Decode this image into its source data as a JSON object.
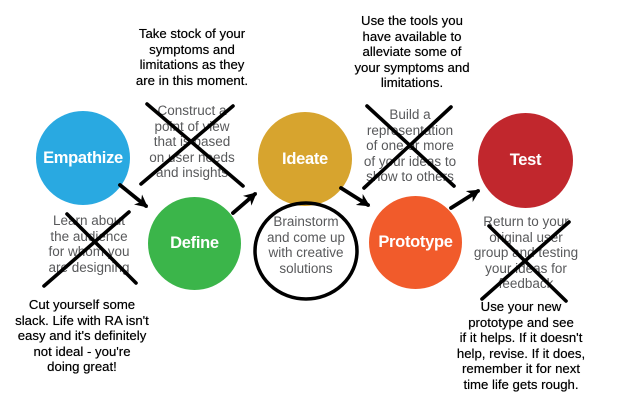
{
  "stages": [
    {
      "label": "Empathize",
      "color": "#29A9E1"
    },
    {
      "label": "Define",
      "color": "#3BB54A"
    },
    {
      "label": "Ideate",
      "color": "#D7A42E"
    },
    {
      "label": "Prototype",
      "color": "#F15B2B"
    },
    {
      "label": "Test",
      "color": "#C1272D"
    }
  ],
  "step_descriptions": {
    "empathize": {
      "text": "Learn about\nthe audience\nfor whom you\nare designing",
      "crossed_out": true
    },
    "define": {
      "text": "Construct a\npoint of view\nthat is based\non user needs\nand insights",
      "crossed_out": true
    },
    "ideate": {
      "text": "Brainstorm\nand come up\nwith creative\nsolutions",
      "crossed_out": false,
      "circled": true
    },
    "prototype": {
      "text": "Build a\nrepresentation\nof one or more\nof your ideas to\nshow to others",
      "crossed_out": true
    },
    "test": {
      "text": "Return to your\noriginal user\ngroup and testing\nyour ideas for\nfeedback",
      "crossed_out": true
    }
  },
  "annotations": {
    "top_left": "Take stock of your\nsymptoms and\nlimitations as they\nare in this moment.",
    "top_right": "Use the tools you\nhave available to\nalleviate some of\nyour symptoms and\nlimitations.",
    "bottom_left": "Cut yourself some\nslack. Life with RA isn't\neasy and it's definitely\nnot ideal - you're\ndoing great!",
    "bottom_right": "Use your new\nprototype and see\nif it helps. If it doesn't\nhelp, revise. If it does,\nremember it for next\ntime life gets rough."
  },
  "colors": {
    "description_text_gray": "#58595B",
    "mark_black": "#000000",
    "background": "#FFFFFF"
  }
}
